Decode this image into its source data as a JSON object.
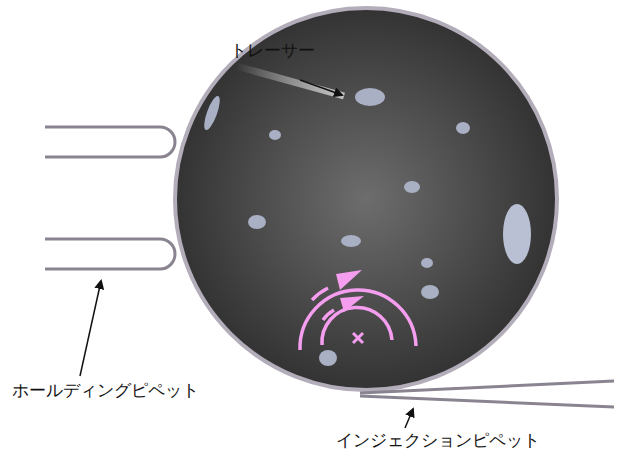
{
  "diagram": {
    "labels": [
      "トレーサー",
      "ホールディングピペット",
      "インジェクションピペット"
    ]
  }
}
